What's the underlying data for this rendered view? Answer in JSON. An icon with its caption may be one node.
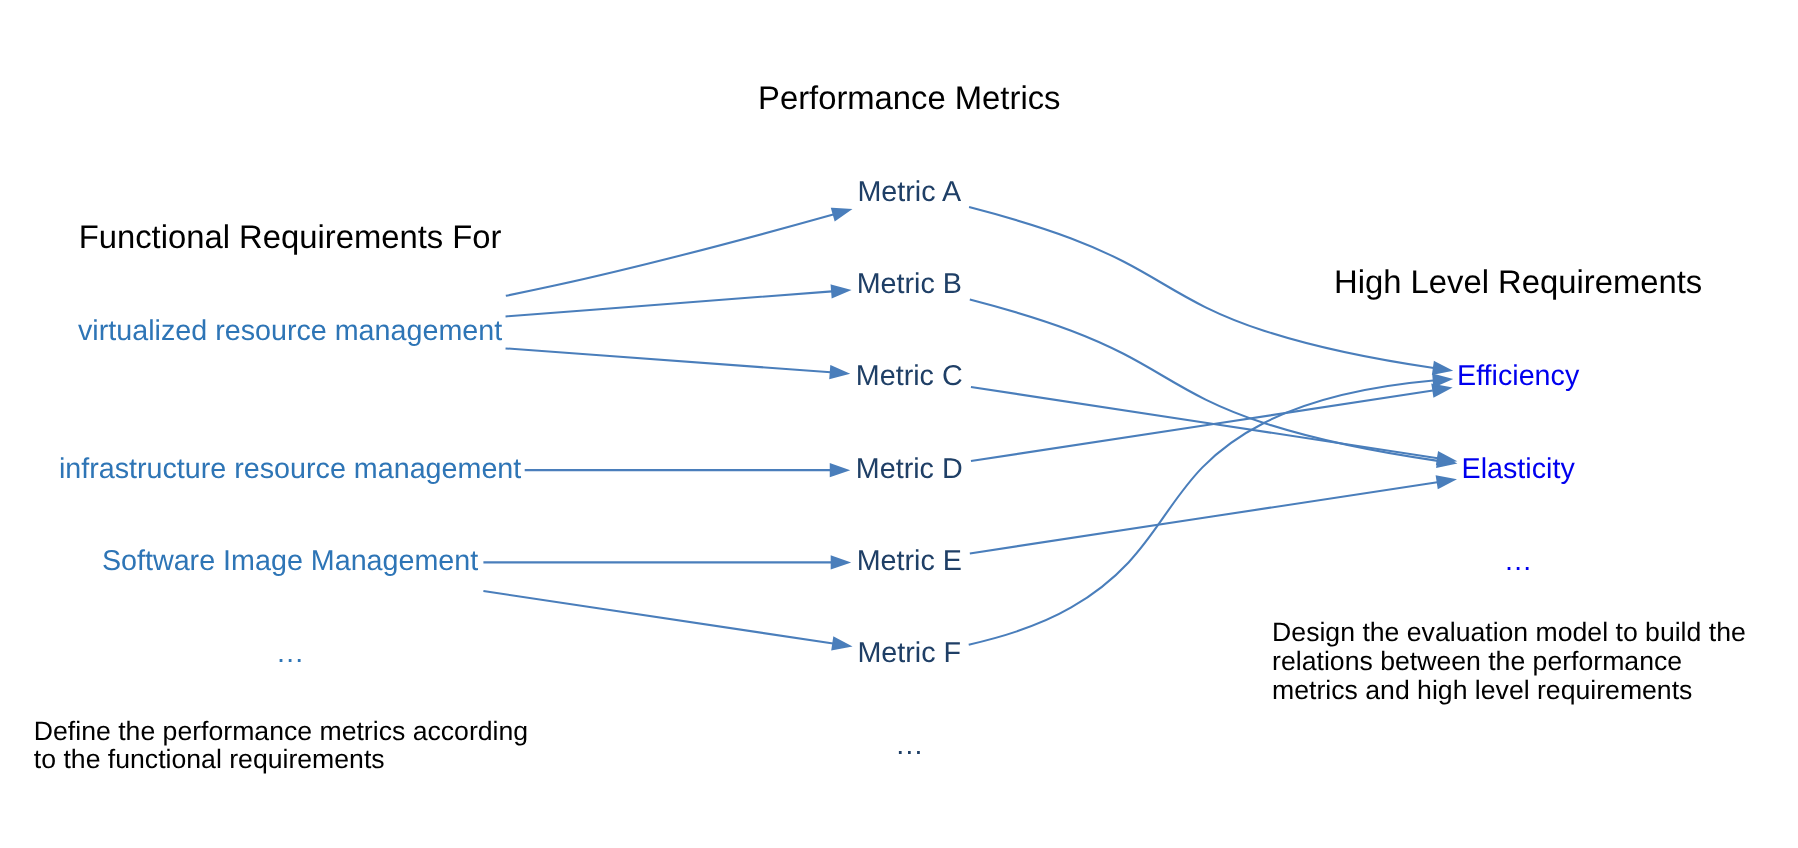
{
  "diagram": {
    "nodes": [
      {
        "text": [
          "virtualized resource management"
        ]
      },
      {
        "text": [
          "infrastructure resource management"
        ]
      },
      {
        "text": [
          "Software Image Management"
        ]
      },
      {
        "text": [
          "Metric A"
        ]
      },
      {
        "text": [
          "Metric B"
        ]
      },
      {
        "text": [
          "Metric C"
        ]
      },
      {
        "text": [
          "Metric D"
        ]
      },
      {
        "text": [
          "Metric E"
        ]
      },
      {
        "text": [
          "Metric F"
        ]
      },
      {
        "text": [
          "Efficiency"
        ]
      },
      {
        "text": [
          "Elasticity"
        ]
      }
    ],
    "edges": [
      {
        "from": 0,
        "to": 3,
        "arrow": "to"
      },
      {
        "from": 0,
        "to": 4,
        "arrow": "to"
      },
      {
        "from": 0,
        "to": 5,
        "arrow": "to"
      },
      {
        "from": 1,
        "to": 6,
        "arrow": "to"
      },
      {
        "from": 2,
        "to": 7,
        "arrow": "to"
      },
      {
        "from": 2,
        "to": 8,
        "arrow": "to"
      },
      {
        "from": 3,
        "to": 9,
        "arrow": "to"
      },
      {
        "from": 4,
        "to": 10,
        "arrow": "to"
      },
      {
        "from": 5,
        "to": 10,
        "arrow": "to"
      },
      {
        "from": 6,
        "to": 9,
        "arrow": "to"
      },
      {
        "from": 7,
        "to": 10,
        "arrow": "to"
      },
      {
        "from": 8,
        "to": 9,
        "arrow": "to"
      }
    ],
    "labels": [
      "Functional Requirements For",
      "Performance Metrics",
      "High Level Requirements",
      "…",
      "…",
      "…",
      "Define the performance metrics according to the functional requirements",
      "Design the evaluation model to build the relations between the performance metrics and high level requirements"
    ]
  }
}
